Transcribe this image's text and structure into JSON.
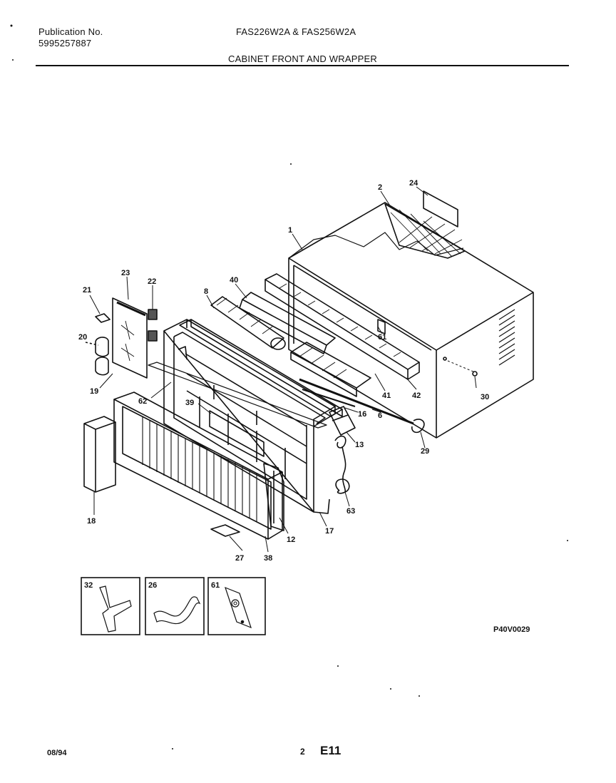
{
  "header": {
    "publication_label": "Publication No.",
    "publication_number": "5995257887",
    "models": "FAS226W2A & FAS256W2A",
    "section_title": "CABINET FRONT AND WRAPPER"
  },
  "callouts": {
    "c1": "1",
    "c2": "2",
    "c24": "24",
    "c23": "23",
    "c22": "22",
    "c21": "21",
    "c40": "40",
    "c8": "8",
    "c20": "20",
    "c61": "61",
    "c30": "30",
    "c19": "19",
    "c62": "62",
    "c41": "41",
    "c42": "42",
    "c39": "39",
    "c16": "16",
    "c6": "6",
    "c13": "13",
    "c29": "29",
    "c63": "63",
    "c18": "18",
    "c17": "17",
    "c12": "12",
    "c27": "27",
    "c38": "38"
  },
  "detail_boxes": [
    {
      "label": "32",
      "icon": "bracket-part"
    },
    {
      "label": "26",
      "icon": "strap-part"
    },
    {
      "label": "61",
      "icon": "plate-part"
    }
  ],
  "footer": {
    "figure_code": "P40V0029",
    "date": "08/94",
    "page_number": "2",
    "page_code": "E11"
  }
}
